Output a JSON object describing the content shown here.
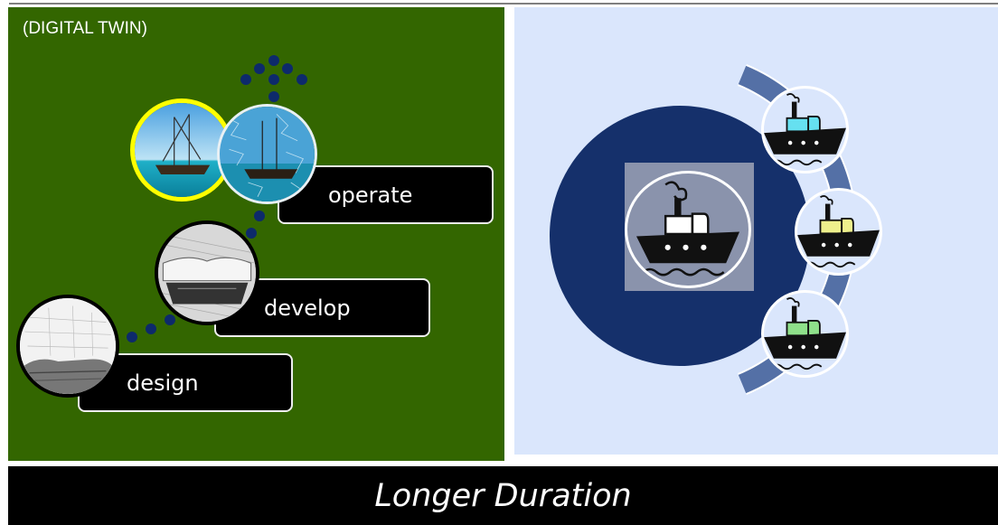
{
  "left_panel": {
    "title": "(DIGITAL TWIN)",
    "stages": [
      {
        "label": "design"
      },
      {
        "label": "develop"
      },
      {
        "label": "operate"
      }
    ]
  },
  "footer": {
    "text": "Longer Duration"
  },
  "colors": {
    "left_panel_bg": "#336600",
    "right_panel_bg": "#dae6fc",
    "big_circle": "#15306b",
    "arc": "#5470a6",
    "dots": "#0d2a6b",
    "highlight_ring": "#ffff00",
    "footer_bg": "#000000",
    "ship_cabins": [
      "#66e0f0",
      "#eef08c",
      "#8fe08a"
    ]
  },
  "icons": {
    "stage_photos": [
      "sketch-ship-photo",
      "pencil-ship-photo",
      "tallship-photo",
      "textured-tallship-photo"
    ],
    "ship_icon": "ship-icon"
  }
}
